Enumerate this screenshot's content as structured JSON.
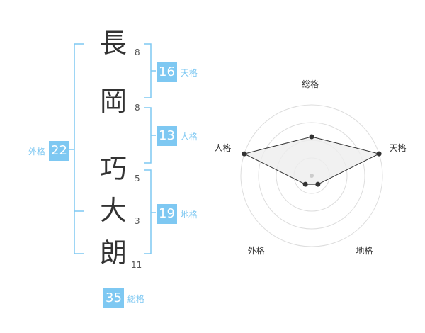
{
  "name_chars": [
    {
      "char": "長",
      "strokes": "8"
    },
    {
      "char": "岡",
      "strokes": "8"
    },
    {
      "char": "巧",
      "strokes": "5"
    },
    {
      "char": "大",
      "strokes": "3"
    },
    {
      "char": "朗",
      "strokes": "11"
    }
  ],
  "fortunes": {
    "tenkaku": {
      "value": "16",
      "label": "天格"
    },
    "jinkaku": {
      "value": "13",
      "label": "人格"
    },
    "chikaku": {
      "value": "19",
      "label": "地格"
    },
    "gaikaku": {
      "value": "22",
      "label": "外格"
    },
    "soukaku": {
      "value": "35",
      "label": "総格"
    }
  },
  "chart_data": {
    "type": "radar",
    "axes": [
      "総格",
      "天格",
      "地格",
      "外格",
      "人格"
    ],
    "values": [
      0.55,
      1.0,
      0.15,
      0.15,
      1.0
    ],
    "rings": 4
  },
  "colors": {
    "accent": "#7ec8f2",
    "text": "#333333",
    "radar_fill": "#eeeeee",
    "ring": "#dddddd"
  }
}
